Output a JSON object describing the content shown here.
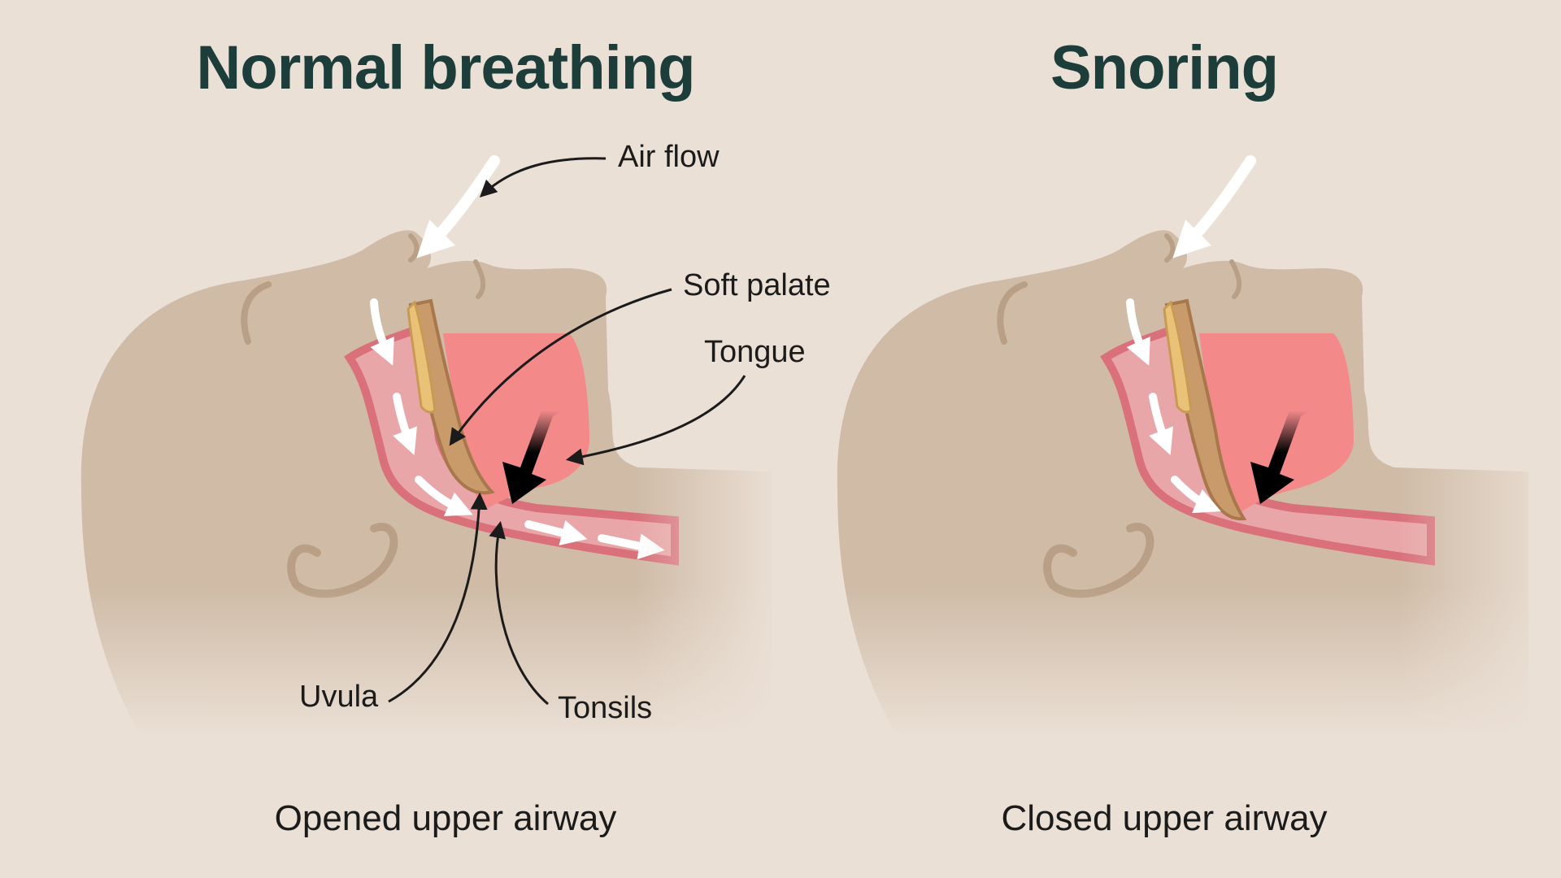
{
  "panels": {
    "normal": {
      "title": "Normal breathing",
      "caption": "Opened upper airway"
    },
    "snoring": {
      "title": "Snoring",
      "caption": "Closed upper airway"
    }
  },
  "labels": {
    "air_flow": "Air flow",
    "soft_palate": "Soft palate",
    "tongue": "Tongue",
    "uvula": "Uvula",
    "tonsils": "Tonsils"
  },
  "colors": {
    "background": "#ebe0d6",
    "skin": "#cfbba6",
    "skin_shadow": "#b89f86",
    "airway": "#e9a6a8",
    "airway_edge": "#d9707a",
    "tongue": "#f4898a",
    "bone": "#e9c277",
    "title": "#1d3d3a",
    "text": "#1b1b1b"
  }
}
